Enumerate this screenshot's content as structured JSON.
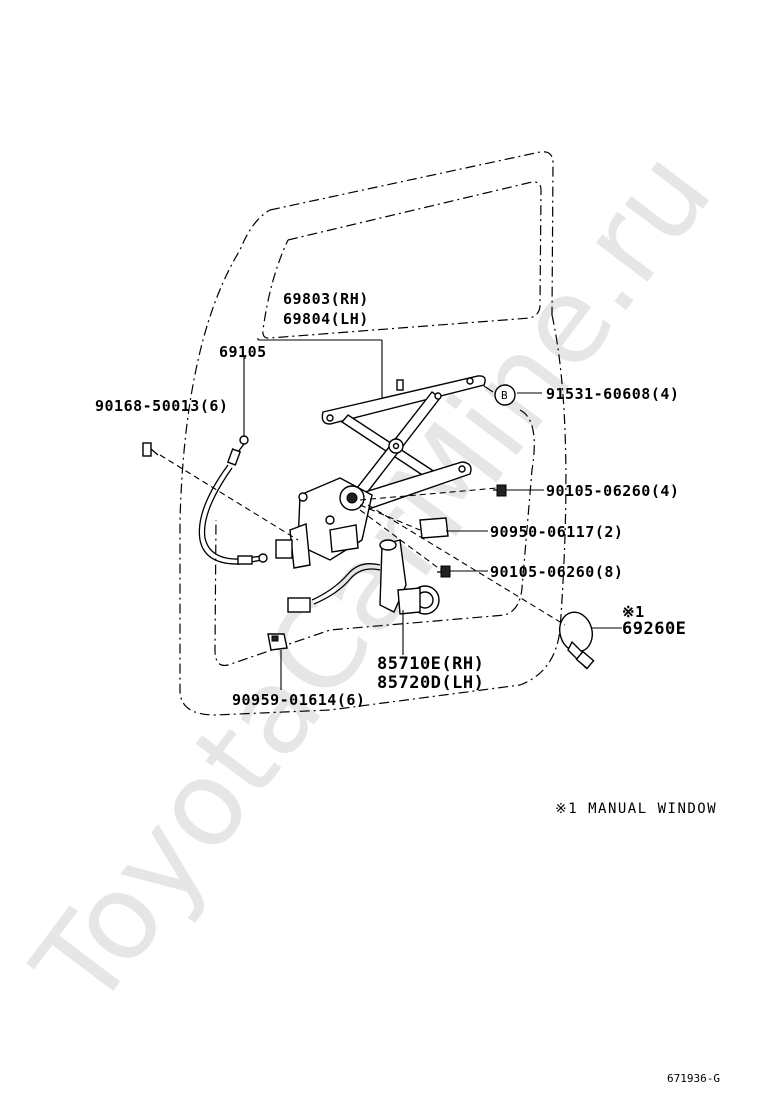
{
  "watermark": "ToyotaCarMine.ru",
  "labels": {
    "regulator_rh": "69803(RH)",
    "regulator_lh": "69804(LH)",
    "cable": "69105",
    "bolt_left": "90168-50013(6)",
    "bolt_b": "91531-60608(4)",
    "callout_b": "B",
    "bolt_upper": "90105-06260(4)",
    "pad": "90950-06117(2)",
    "bolt_lower": "90105-06260(8)",
    "handle_marker": "※1",
    "handle": "69260E",
    "motor_rh": "85710E(RH)",
    "motor_lh": "85720D(LH)",
    "clip": "90959-01614(6)"
  },
  "note": "※1  MANUAL WINDOW",
  "figure_code": "671936-G"
}
